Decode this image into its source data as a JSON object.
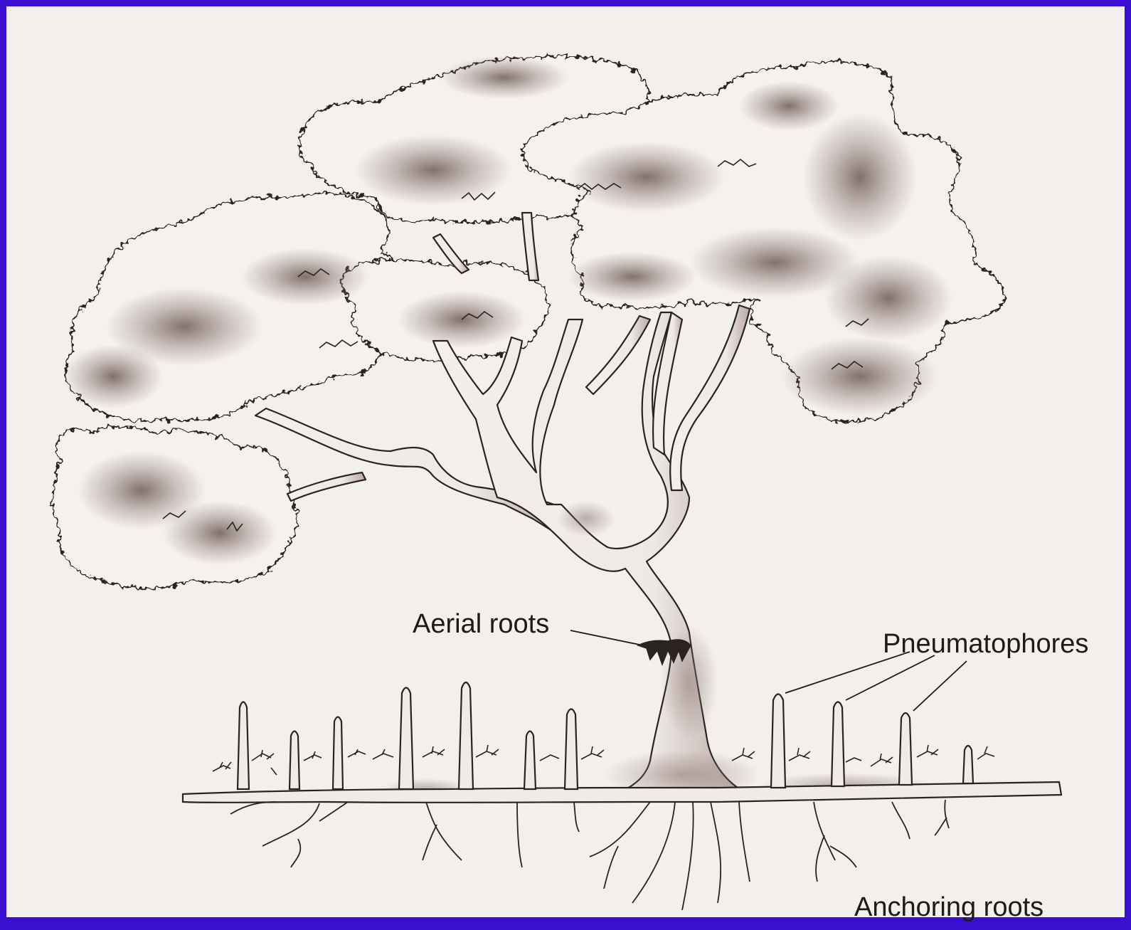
{
  "labels": {
    "aerial_roots": "Aerial roots",
    "pneumatophores": "Pneumatophores",
    "anchoring_roots": "Anchoring roots"
  },
  "colors": {
    "frame": "#3b0fd0",
    "paper": "#f2efec",
    "ink": "#2a2320",
    "shade": "#7a6660"
  }
}
